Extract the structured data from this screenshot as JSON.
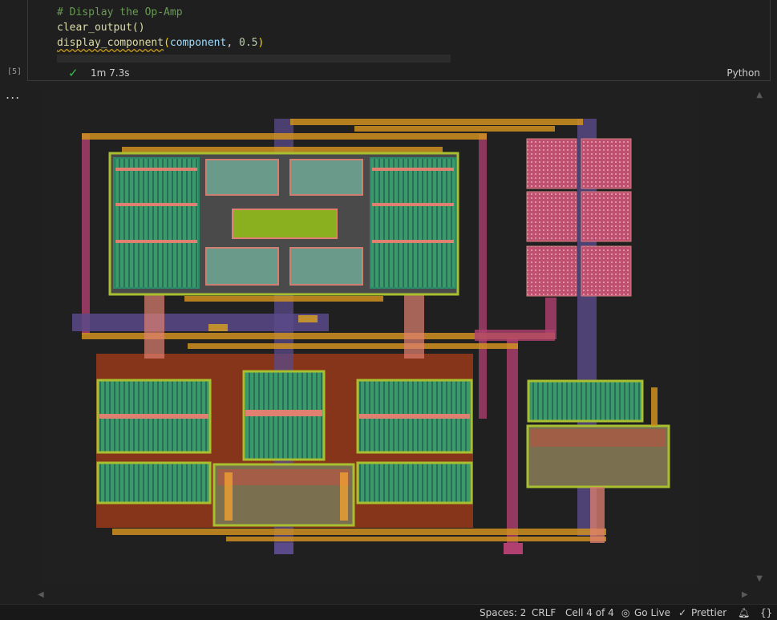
{
  "cell": {
    "code_comment": "# Display the Op-Amp",
    "code_line2": "clear_output()",
    "code_fn": "display_component",
    "code_arg_var": "component",
    "code_arg_num": "0.5",
    "execution_count": "[5]",
    "duration": "1m 7.3s",
    "language": "Python"
  },
  "output": {
    "more_actions_glyph": "...",
    "image_description_icon": "chip-layout"
  },
  "statusbar": {
    "spaces": "Spaces: 2",
    "line_ending": "CRLF",
    "cell_position": "Cell 4 of 4",
    "go_live": "Go Live",
    "prettier": "Prettier"
  },
  "colors": {
    "comment": "#6a9955",
    "function": "#dcdcaa",
    "variable": "#9cdcfe",
    "number": "#b5cea8",
    "success": "#3fb950",
    "metal_orange": "#e0a030",
    "purple_rail": "#6a5a9e",
    "pink_rail": "#c0406a",
    "green_device": "#4aa060",
    "olive_outline": "#a0b030"
  }
}
